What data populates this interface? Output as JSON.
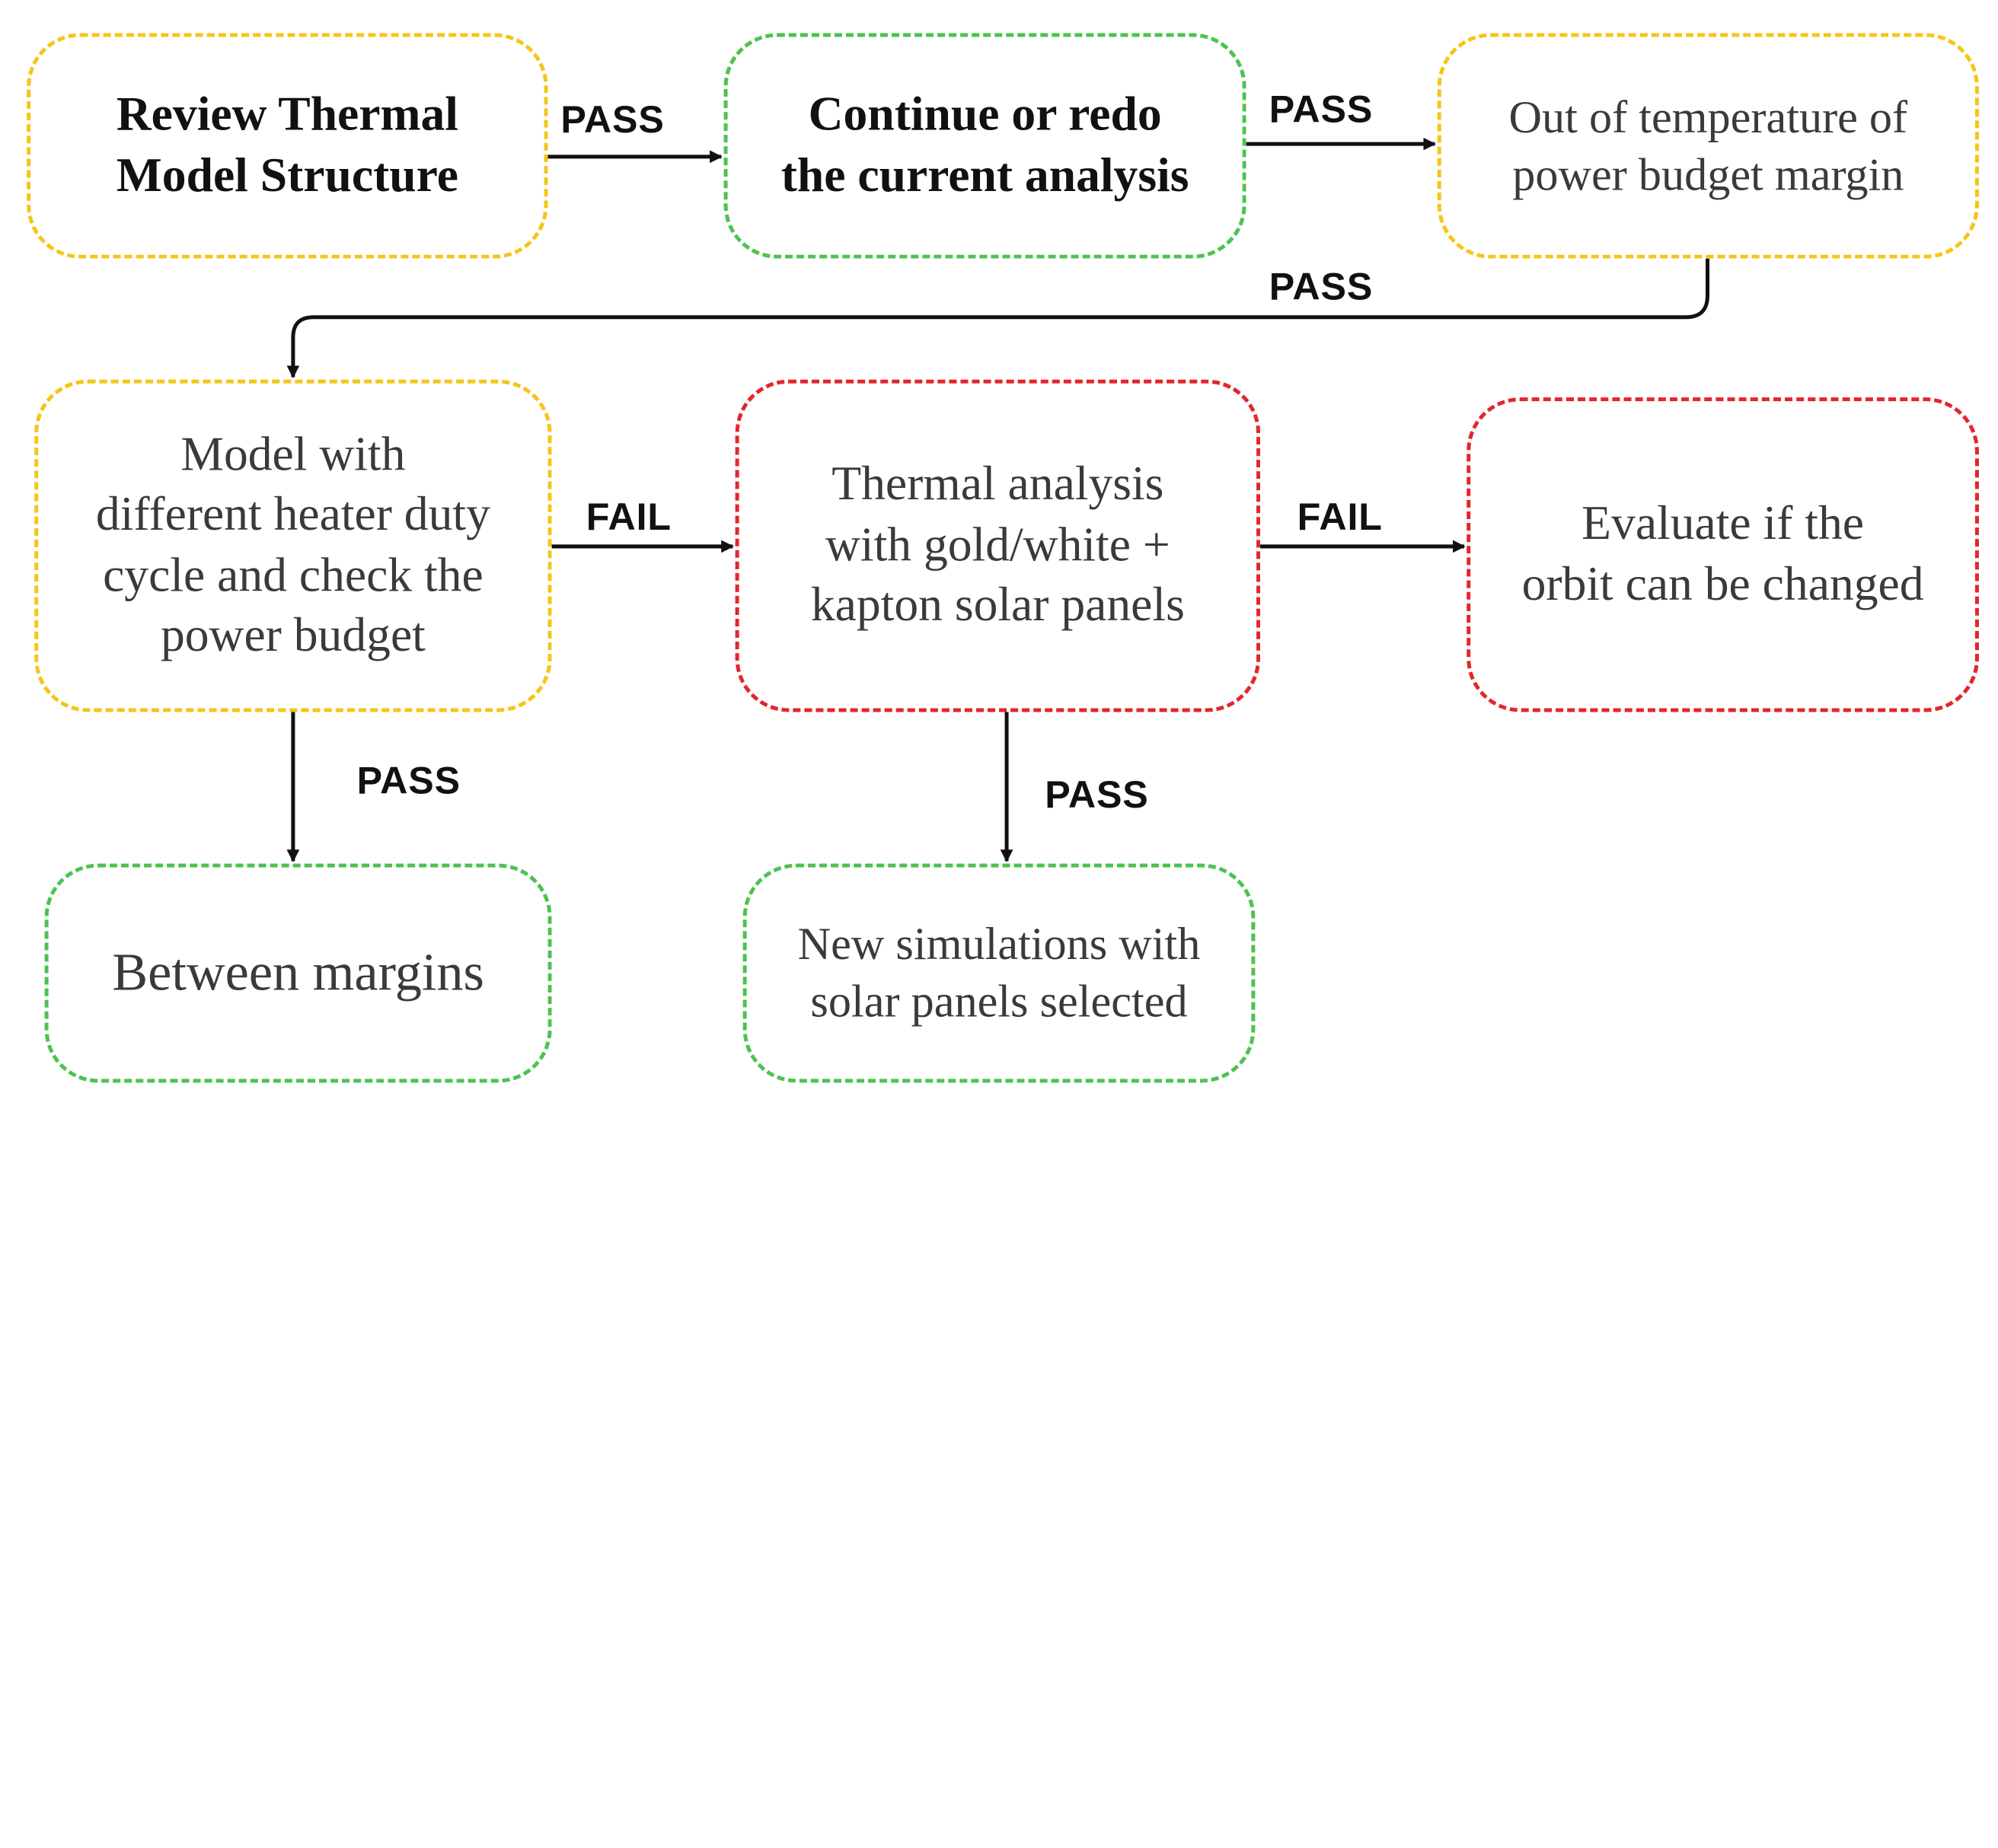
{
  "colors": {
    "check": "#f5c518",
    "success": "#4cc34f",
    "failure": "#e3262b",
    "arrow": "#111111",
    "text": "#3a3a3a"
  },
  "nodes": {
    "review": {
      "label": "Review Thermal Model Structure",
      "lines": [
        "Review Thermal",
        "Model Structure"
      ],
      "border": "check"
    },
    "continue": {
      "label": "Continue or redo the current analysis",
      "lines": [
        "Continue or redo",
        "the current analysis"
      ],
      "border": "success"
    },
    "out_of_margin": {
      "label": "Out of temperature of power budget margin",
      "lines": [
        "Out of temperature of",
        "power budget margin"
      ],
      "border": "check"
    },
    "model_heater": {
      "label": "Model with different heater duty cycle and check the power budget",
      "lines": [
        "Model with",
        "different heater duty",
        "cycle and check the",
        "power budget"
      ],
      "border": "check"
    },
    "thermal_analysis": {
      "label": "Thermal analysis with gold/white + kapton solar panels",
      "lines": [
        "Thermal analysis",
        "with gold/white +",
        "kapton solar panels"
      ],
      "border": "failure"
    },
    "evaluate_orbit": {
      "label": "Evaluate if the orbit can be changed",
      "lines": [
        "Evaluate if the",
        "orbit can be changed"
      ],
      "border": "failure"
    },
    "between_margins": {
      "label": "Between margins",
      "lines": [
        "Between margins"
      ],
      "border": "success"
    },
    "new_simulations": {
      "label": "New simulations with solar panels selected",
      "lines": [
        "New simulations with",
        "solar panels selected"
      ],
      "border": "success"
    }
  },
  "edges": [
    {
      "from": "review",
      "to": "continue",
      "label": "PASS"
    },
    {
      "from": "continue",
      "to": "out_of_margin",
      "label": "PASS"
    },
    {
      "from": "out_of_margin",
      "to": "model_heater",
      "label": "PASS"
    },
    {
      "from": "model_heater",
      "to": "thermal_analysis",
      "label": "FAIL"
    },
    {
      "from": "thermal_analysis",
      "to": "evaluate_orbit",
      "label": "FAIL"
    },
    {
      "from": "model_heater",
      "to": "between_margins",
      "label": "PASS"
    },
    {
      "from": "thermal_analysis",
      "to": "new_simulations",
      "label": "PASS"
    }
  ]
}
